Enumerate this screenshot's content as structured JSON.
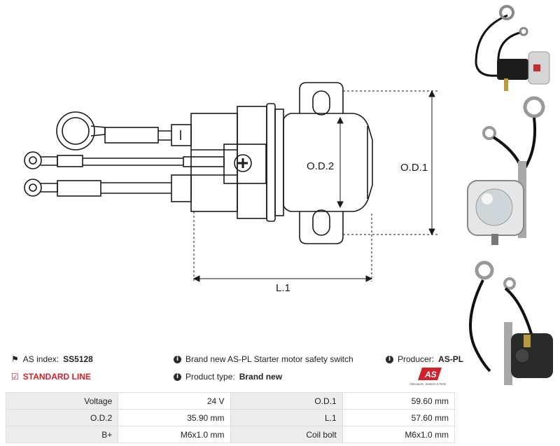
{
  "drawing": {
    "od2_label": "O.D.2",
    "od1_label": "O.D.1",
    "l1_label": "L.1"
  },
  "info": {
    "as_index_label": "AS index:",
    "as_index_value": "SS5128",
    "standard_line": "STANDARD LINE",
    "description": "Brand new AS-PL Starter motor safety switch",
    "product_type_label": "Product type:",
    "product_type_value": "Brand new",
    "producer_label": "Producer:",
    "producer_value": "AS-PL"
  },
  "logo": {
    "text": "AS",
    "tagline": "Alternators, Starters & Parts"
  },
  "specs": [
    {
      "l1": "Voltage",
      "v1": "24 V",
      "l2": "O.D.1",
      "v2": "59.60 mm"
    },
    {
      "l1": "O.D.2",
      "v1": "35.90 mm",
      "l2": "L.1",
      "v2": "57.60 mm"
    },
    {
      "l1": "B+",
      "v1": "M6x1.0 mm",
      "l2": "Coil bolt",
      "v2": "M6x1.0 mm"
    }
  ],
  "colors": {
    "brand_red": "#d4202b",
    "table_label_bg": "#ececec"
  }
}
